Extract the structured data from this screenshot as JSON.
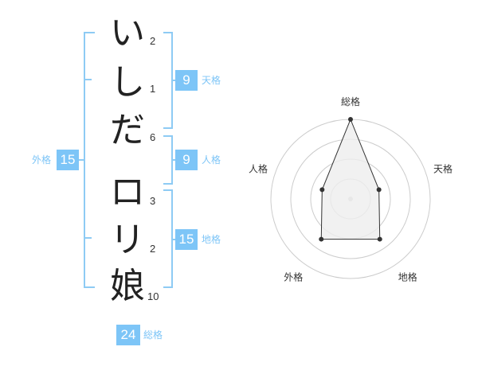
{
  "name": {
    "characters": [
      {
        "char": "い",
        "strokes": "2"
      },
      {
        "char": "し",
        "strokes": "1"
      },
      {
        "char": "だ",
        "strokes": "6"
      },
      {
        "char": "ロ",
        "strokes": "3"
      },
      {
        "char": "リ",
        "strokes": "2"
      },
      {
        "char": "娘",
        "strokes": "10"
      }
    ]
  },
  "kakusu": {
    "tenkaku": {
      "value": "9",
      "label": "天格"
    },
    "jinkaku": {
      "value": "9",
      "label": "人格"
    },
    "chikaku": {
      "value": "15",
      "label": "地格"
    },
    "gaikaku": {
      "value": "15",
      "label": "外格"
    },
    "soukaku": {
      "value": "24",
      "label": "総格"
    }
  },
  "chart_data": {
    "type": "radar",
    "axes": [
      "総格",
      "天格",
      "地格",
      "外格",
      "人格"
    ],
    "values": [
      24,
      9,
      15,
      15,
      9
    ],
    "rings": 4,
    "colors": {
      "fill": "#eeeeee",
      "stroke": "#333333",
      "grid": "#cccccc",
      "point": "#333333"
    }
  }
}
